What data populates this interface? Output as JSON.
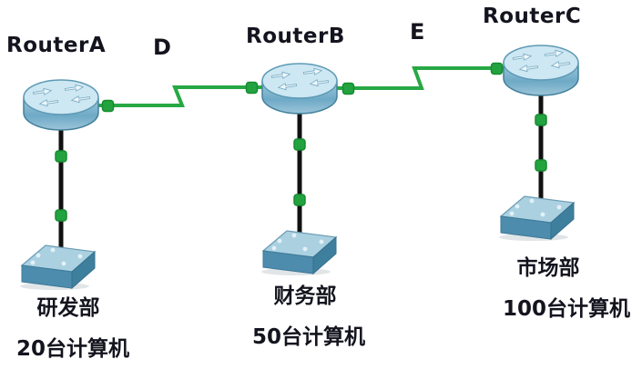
{
  "topology": {
    "description": "Three-router serial WAN with one LAN switch per department",
    "routers": [
      {
        "id": "router-a",
        "label": "RouterA"
      },
      {
        "id": "router-b",
        "label": "RouterB"
      },
      {
        "id": "router-c",
        "label": "RouterC"
      }
    ],
    "switches": [
      {
        "id": "switch-rd",
        "dept": "研发部",
        "computers": "20台计算机"
      },
      {
        "id": "switch-fin",
        "dept": "财务部",
        "computers": "50台计算机"
      },
      {
        "id": "switch-mkt",
        "dept": "市场部",
        "computers": "100台计算机"
      }
    ],
    "wan_links": [
      {
        "id": "link-d",
        "label": "D",
        "type": "serial",
        "endpoints": [
          "RouterA",
          "RouterB"
        ],
        "status": "up"
      },
      {
        "id": "link-e",
        "label": "E",
        "type": "serial",
        "endpoints": [
          "RouterB",
          "RouterC"
        ],
        "status": "up"
      }
    ],
    "lan_links": [
      {
        "id": "lan-a",
        "type": "copper-straight",
        "endpoints": [
          "RouterA",
          "研发部 switch"
        ],
        "status": "up"
      },
      {
        "id": "lan-b",
        "type": "copper-straight",
        "endpoints": [
          "RouterB",
          "财务部 switch"
        ],
        "status": "up"
      },
      {
        "id": "lan-c",
        "type": "copper-straight",
        "endpoints": [
          "RouterC",
          "市场部 switch"
        ],
        "status": "up"
      }
    ]
  },
  "colors": {
    "link_green": "#27a844",
    "connector_green": "#23a33f",
    "connector_border": "#168c30",
    "copper_black": "#111111",
    "label_text": "#14141f",
    "device_blue_top": "#cde7f3",
    "device_blue_body": "#5f9cbb"
  }
}
